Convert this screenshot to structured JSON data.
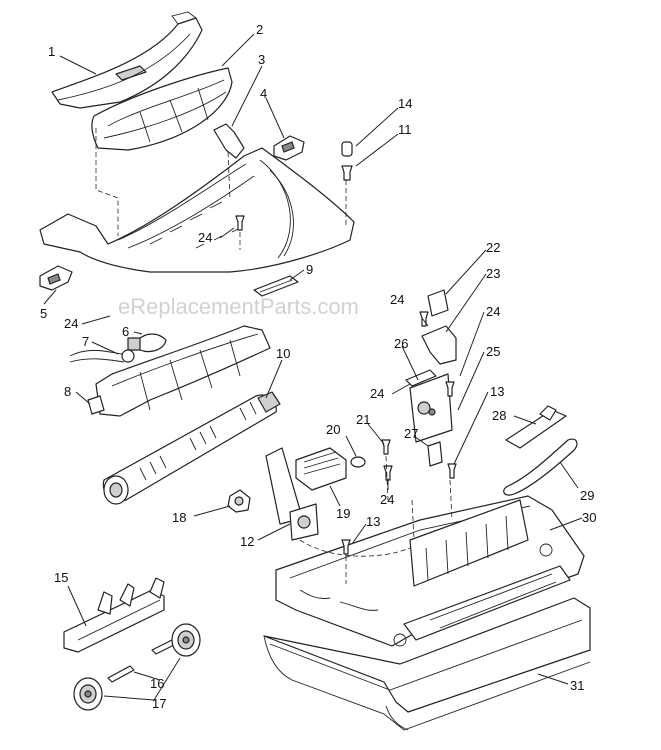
{
  "watermark": "eReplacementParts.com",
  "callouts": [
    {
      "id": "c1",
      "text": "1"
    },
    {
      "id": "c2",
      "text": "2"
    },
    {
      "id": "c3",
      "text": "3"
    },
    {
      "id": "c4",
      "text": "4"
    },
    {
      "id": "c14",
      "text": "14"
    },
    {
      "id": "c11",
      "text": "11"
    },
    {
      "id": "c24a",
      "text": "24"
    },
    {
      "id": "c5",
      "text": "5"
    },
    {
      "id": "c9",
      "text": "9"
    },
    {
      "id": "c24b",
      "text": "24"
    },
    {
      "id": "c6",
      "text": "6"
    },
    {
      "id": "c7",
      "text": "7"
    },
    {
      "id": "c8",
      "text": "8"
    },
    {
      "id": "c10",
      "text": "10"
    },
    {
      "id": "c22",
      "text": "22"
    },
    {
      "id": "c23",
      "text": "23"
    },
    {
      "id": "c24c",
      "text": "24"
    },
    {
      "id": "c24d",
      "text": "24"
    },
    {
      "id": "c26",
      "text": "26"
    },
    {
      "id": "c25",
      "text": "25"
    },
    {
      "id": "c24e",
      "text": "24"
    },
    {
      "id": "c13a",
      "text": "13"
    },
    {
      "id": "c28",
      "text": "28"
    },
    {
      "id": "c20",
      "text": "20"
    },
    {
      "id": "c21",
      "text": "21"
    },
    {
      "id": "c27",
      "text": "27"
    },
    {
      "id": "c24f",
      "text": "24"
    },
    {
      "id": "c19",
      "text": "19"
    },
    {
      "id": "c29",
      "text": "29"
    },
    {
      "id": "c18",
      "text": "18"
    },
    {
      "id": "c12",
      "text": "12"
    },
    {
      "id": "c13b",
      "text": "13"
    },
    {
      "id": "c30",
      "text": "30"
    },
    {
      "id": "c15",
      "text": "15"
    },
    {
      "id": "c16",
      "text": "16"
    },
    {
      "id": "c17",
      "text": "17"
    },
    {
      "id": "c31",
      "text": "31"
    }
  ]
}
